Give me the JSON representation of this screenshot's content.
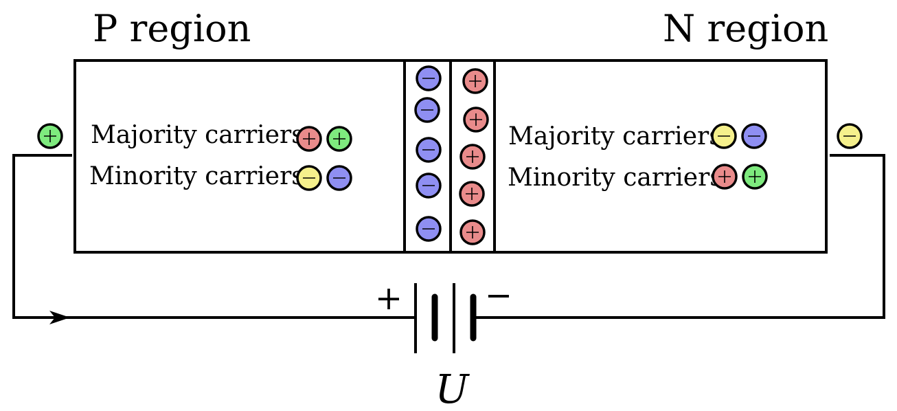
{
  "labels": {
    "p_region": "P region",
    "n_region": "N region",
    "p_majority": "Majority carriers:",
    "p_minority": "Minority carriers:",
    "n_majority": "Majority carriers:",
    "n_minority": "Minority carriers:",
    "battery_plus": "+",
    "battery_minus": "−",
    "voltage": "U"
  },
  "colors": {
    "red_positive": "#e98b8b",
    "green_positive": "#7eea7e",
    "yellow_negative": "#f5f08c",
    "blue_negative": "#8f8ff2",
    "wire": "#000000"
  },
  "carriers": {
    "p_majority": [
      "red-positive",
      "green-positive"
    ],
    "p_minority": [
      "yellow-negative",
      "blue-negative"
    ],
    "n_majority": [
      "yellow-negative",
      "blue-negative"
    ],
    "n_minority": [
      "red-positive",
      "green-positive"
    ],
    "left_terminal": "green-positive",
    "right_terminal": "yellow-negative",
    "depletion_negative_count": 5,
    "depletion_positive_count": 5
  }
}
